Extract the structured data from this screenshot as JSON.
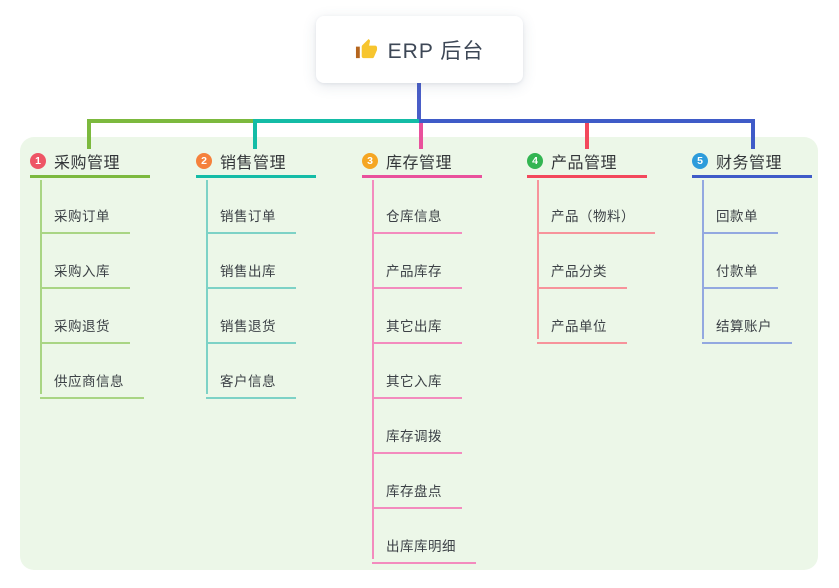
{
  "root": {
    "label": "ERP 后台",
    "icon": "thumbs-up",
    "connector_color": "#4a5ec8",
    "card_background": "#ffffff"
  },
  "panel": {
    "background": "#ecf7e8"
  },
  "branches": [
    {
      "number": "1",
      "label": "采购管理",
      "badge_color": "#ee5565",
      "line_color": "#7cb93e",
      "child_line_color": "#a9d584",
      "children": [
        "采购订单",
        "采购入库",
        "采购退货",
        "供应商信息"
      ]
    },
    {
      "number": "2",
      "label": "销售管理",
      "badge_color": "#f5813c",
      "line_color": "#14bca6",
      "child_line_color": "#7dd2c6",
      "children": [
        "销售订单",
        "销售出库",
        "销售退货",
        "客户信息"
      ]
    },
    {
      "number": "3",
      "label": "库存管理",
      "badge_color": "#f5a623",
      "line_color": "#e9519c",
      "child_line_color": "#f38bbe",
      "children": [
        "仓库信息",
        "产品库存",
        "其它出库",
        "其它入库",
        "库存调拨",
        "库存盘点",
        "出库库明细"
      ]
    },
    {
      "number": "4",
      "label": "产品管理",
      "badge_color": "#33b552",
      "line_color": "#f3485c",
      "child_line_color": "#f7939b",
      "children": [
        "产品（物料）",
        "产品分类",
        "产品单位"
      ]
    },
    {
      "number": "5",
      "label": "财务管理",
      "badge_color": "#2d9cdb",
      "line_color": "#3f5bc8",
      "child_line_color": "#93a8e0",
      "children": [
        "回款单",
        "付款单",
        "结算账户"
      ]
    }
  ]
}
